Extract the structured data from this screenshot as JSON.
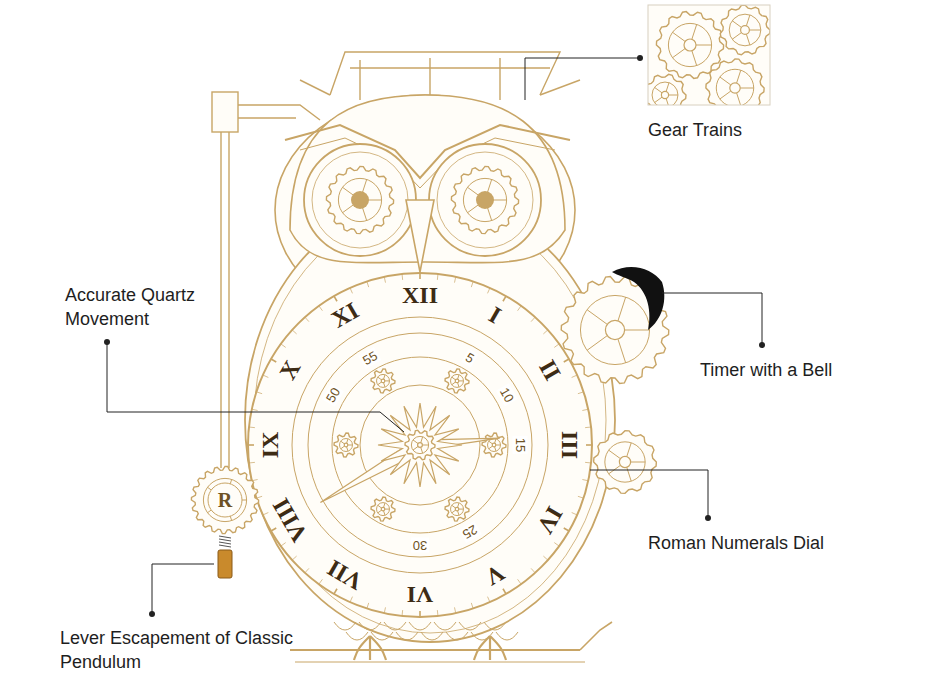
{
  "diagram": {
    "labels": [
      "Gear Trains",
      "Accurate Quartz Movement",
      "Timer with a Bell",
      "Roman Numerals Dial",
      "Lever Escapement of Classic Pendulum",
      "XII",
      "I",
      "II",
      "III",
      "IV",
      "V",
      "VI",
      "VII",
      "VIII",
      "IX",
      "X",
      "XI",
      "5",
      "10",
      "15",
      "25",
      "30",
      "50",
      "55",
      "R"
    ]
  }
}
